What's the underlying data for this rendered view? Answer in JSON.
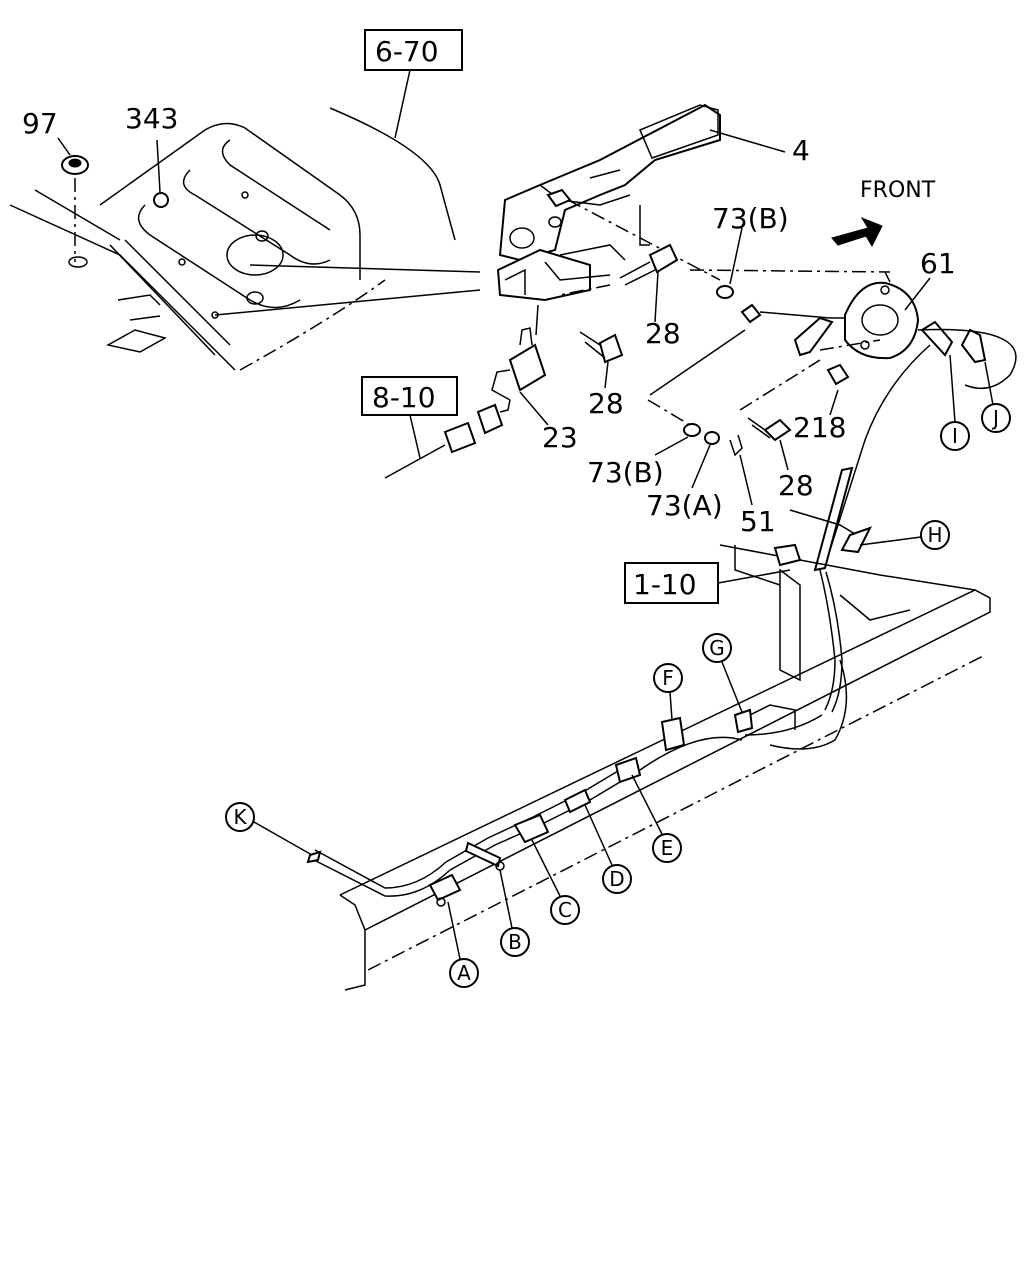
{
  "diagram": {
    "front_label": "FRONT",
    "ref_boxes": {
      "r6_70": "6-70",
      "r8_10": "8-10",
      "r1_10": "1-10"
    },
    "numbers": {
      "n97": "97",
      "n343": "343",
      "n4": "4",
      "n73b_top": "73(B)",
      "n61": "61",
      "n28_a": "28",
      "n28_b": "28",
      "n28_c": "28",
      "n218": "218",
      "n23": "23",
      "n73b_low": "73(B)",
      "n73a": "73(A)",
      "n51": "51"
    },
    "callouts": {
      "A": "A",
      "B": "B",
      "C": "C",
      "D": "D",
      "E": "E",
      "F": "F",
      "G": "G",
      "H": "H",
      "I": "I",
      "J": "J",
      "K": "K"
    }
  }
}
